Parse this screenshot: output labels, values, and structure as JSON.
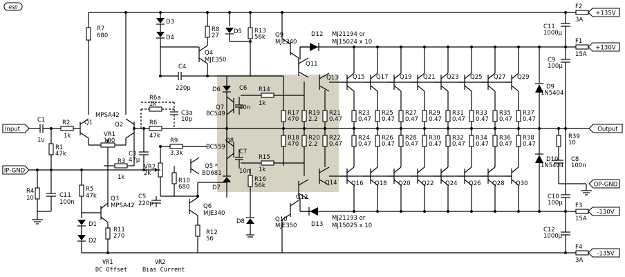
{
  "logo": "esp",
  "rails": {
    "top2": {
      "fuse": "F2",
      "rating": "3A",
      "label": "+135V"
    },
    "top1": {
      "fuse": "F1",
      "rating": "15A",
      "label": "+130V"
    },
    "bot1": {
      "fuse": "F3",
      "rating": "15A",
      "label": "-130V"
    },
    "bot2": {
      "fuse": "F4",
      "rating": "3A",
      "label": "-135V"
    }
  },
  "ports": {
    "input": "Input",
    "ipgnd": "IP-GND",
    "output": "Output",
    "opgnd": "OP-GND"
  },
  "parts": {
    "R1": [
      "R1",
      "47k"
    ],
    "R2": [
      "R2",
      "1k"
    ],
    "R3": [
      "R3",
      "1k"
    ],
    "R4": [
      "R4",
      "10"
    ],
    "R5": [
      "R5",
      "47k"
    ],
    "R6": [
      "R6",
      "47k"
    ],
    "R6a": [
      "R6a",
      "1k"
    ],
    "R7": [
      "R7",
      "680"
    ],
    "R8": [
      "R8",
      "27"
    ],
    "R9": [
      "R9",
      "3.3k"
    ],
    "R10": [
      "R10",
      "680"
    ],
    "R11": [
      "R11",
      "270"
    ],
    "R12": [
      "R12",
      "56"
    ],
    "R13": [
      "R13",
      "56k"
    ],
    "R14": [
      "R14",
      "1k"
    ],
    "R15": [
      "R15",
      "1k"
    ],
    "R16": [
      "R16",
      "56k"
    ],
    "R17": [
      "R17",
      "470"
    ],
    "R18": [
      "R18",
      "470"
    ],
    "R19": [
      "R19",
      "2.2"
    ],
    "R20": [
      "R20",
      "2.2"
    ],
    "R21": [
      "R21",
      "0.47"
    ],
    "R22": [
      "R22",
      "0.47"
    ],
    "R39": [
      "R39",
      "10"
    ],
    "C1": [
      "C1",
      "1u"
    ],
    "C3": [
      "C3",
      "47µ"
    ],
    "C3a": [
      "C3a",
      "10p"
    ],
    "C4": [
      "C4",
      "220p"
    ],
    "C5": [
      "C5",
      "220p"
    ],
    "C6": [
      "C6",
      "10n"
    ],
    "C7": [
      "C7",
      "10n"
    ],
    "C8": [
      "C8",
      "100n"
    ],
    "C9": [
      "C9",
      "100µ"
    ],
    "C10": [
      "C10",
      "100µ"
    ],
    "C11a": [
      "C11",
      "100n"
    ],
    "C11b": [
      "C11",
      "1000µ"
    ],
    "C12": [
      "C12",
      "1000µ"
    ],
    "Q1": [
      "Q1",
      "MPSA42"
    ],
    "Q2": [
      "Q2",
      ""
    ],
    "Q3": [
      "Q3",
      "MPSA42"
    ],
    "Q4": [
      "Q4",
      "MJE350"
    ],
    "Q5": [
      "Q5 *",
      "BD681"
    ],
    "Q6": [
      "Q6",
      "MJE340"
    ],
    "Q7": [
      "Q7",
      "BC549"
    ],
    "Q8": [
      "Q8",
      "BC559"
    ],
    "Q9": [
      "Q9",
      "MJE340"
    ],
    "Q10": [
      "Q10",
      "MJE350"
    ],
    "Q11": [
      "Q11",
      ""
    ],
    "Q12": [
      "Q12",
      ""
    ],
    "Q13": [
      "Q13",
      ""
    ],
    "Q14": [
      "Q14",
      ""
    ],
    "D1": "D1",
    "D2": "D2",
    "D3": "D3",
    "D4": "D4",
    "D5": "D5",
    "D6": "D6",
    "D7": "D7",
    "D8": "D8",
    "D9": [
      "D9",
      "1N5404"
    ],
    "D10": [
      "D10",
      "1N5404"
    ],
    "D12": "D12",
    "D13": "D13",
    "VR1": [
      "VR1",
      "100"
    ],
    "VR2": [
      "VR2",
      "2k"
    ]
  },
  "output_npn": [
    "Q15",
    "Q17",
    "Q19",
    "Q21",
    "Q23",
    "Q25",
    "Q27",
    "Q29"
  ],
  "output_pnp": [
    "Q16",
    "Q18",
    "Q20",
    "Q22",
    "Q24",
    "Q26",
    "Q28",
    "Q30"
  ],
  "emitter_top": [
    "R23",
    "R25",
    "R27",
    "R29",
    "R31",
    "R33",
    "R35",
    "R37"
  ],
  "emitter_bot": [
    "R24",
    "R26",
    "R28",
    "R30",
    "R32",
    "R34",
    "R36",
    "R38"
  ],
  "emitter_value": "0.47",
  "notes": {
    "npn_devices": "MJ21194 or",
    "npn_devices2": "MJ15024 x 10",
    "pnp_devices": "MJ21193 or",
    "pnp_devices2": "MJ15025 x 10",
    "vr1": "VR1",
    "vr1b": "DC Offset",
    "vr2": "VR2",
    "vr2b": "Bias Current"
  },
  "colors": {
    "shade": "#d6d3c4"
  }
}
